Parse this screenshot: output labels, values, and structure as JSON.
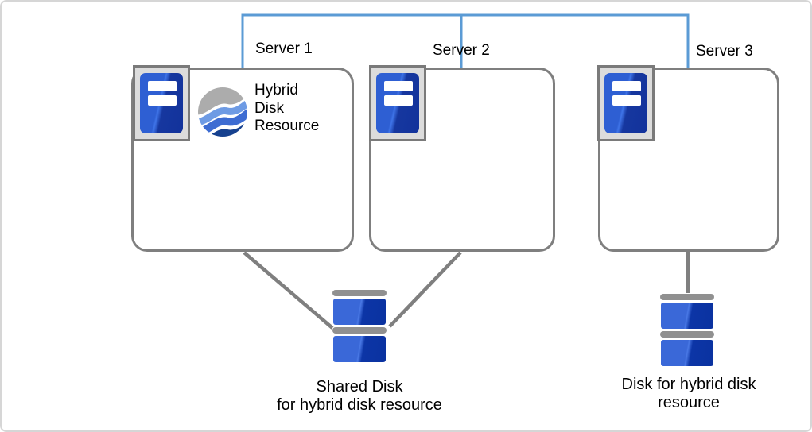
{
  "servers": [
    {
      "label": "Server 1"
    },
    {
      "label": "Server 2"
    },
    {
      "label": "Server 3"
    }
  ],
  "hybrid_resource_label": {
    "lines": [
      "Hybrid",
      "Disk",
      "Resource"
    ]
  },
  "shared_disk_label": {
    "lines": [
      "Shared Disk",
      "for hybrid disk resource"
    ]
  },
  "hybrid_disk_label": {
    "lines": [
      "Disk for hybrid disk",
      "resource"
    ]
  },
  "icons": {
    "server": "server-tower-icon",
    "hybrid_resource": "wave-sphere-icon",
    "shared_disk": "disk-stack-icon",
    "hybrid_disk": "disk-stack-icon"
  },
  "colors": {
    "interconnect_blue": "#5B9BD5",
    "outline_gray": "#7F7F7F",
    "disk_cap_gray": "#909090",
    "server_blue_light": "#2E5FD3",
    "server_blue_dark": "#12329B",
    "disk_blue_light": "#3A68D8",
    "disk_blue_dark": "#0A32A0",
    "wave_gray": "#ACACAC",
    "wave_blue_light": "#6E9BE4",
    "wave_blue_mid": "#3D6CD2",
    "wave_blue_dark": "#16418F"
  }
}
